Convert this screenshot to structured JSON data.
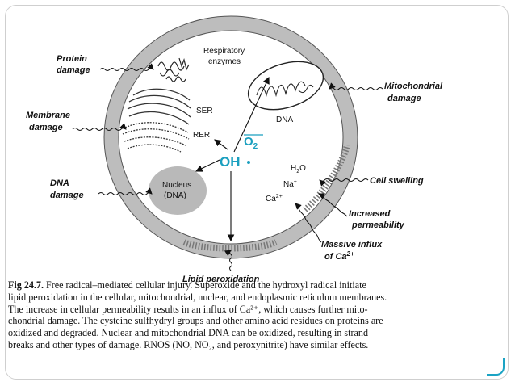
{
  "labels": {
    "protein_damage": [
      "Protein",
      "damage"
    ],
    "membrane_damage": [
      "Membrane",
      "damage"
    ],
    "dna_damage": [
      "DNA",
      "damage"
    ],
    "respiratory_enzymes": [
      "Respiratory",
      "enzymes"
    ],
    "mito_damage": [
      "Mitochondrial",
      "damage"
    ],
    "ser": "SER",
    "rer": "RER",
    "dna_mito": "DNA",
    "superoxide": "O",
    "superoxide_sub": "2",
    "hydroxyl": "OH",
    "water": "H",
    "water_sub": "2",
    "water_o": "O",
    "sodium": "Na",
    "sodium_sup": "+",
    "calcium": "Ca",
    "calcium_sup": "2+",
    "nucleus": [
      "Nucleus",
      "(DNA)"
    ],
    "cell_swelling": "Cell swelling",
    "increased_permeability": [
      "Increased",
      "permeability"
    ],
    "massive_influx": [
      "Massive influx",
      "of Ca"
    ],
    "massive_influx_sup": "2+",
    "lipid_peroxidation": "Lipid peroxidation"
  },
  "caption": {
    "label": "Fig 24.7.",
    "lines": [
      " Free radical–mediated cellular injury. Superoxide and the hydroxyl radical initiate",
      "lipid peroxidation in the cellular, mitochondrial, nuclear, and endoplasmic reticulum membranes.",
      "The increase in cellular permeability results in an influx of Ca²⁺, which causes further mito-",
      "chondrial damage. The cysteine sulfhydryl groups and other amino acid residues on proteins are",
      "oxidized and degraded. Nuclear and mitochondrial DNA can be oxidized, resulting in strand",
      "breaks and other types of damage. RNOS (NO, NO₂, and peroxynitrite) have similar effects."
    ]
  },
  "colors": {
    "accent": "#1ba3c4",
    "membrane": "#c9c9c9",
    "nucleus": "#b8b8b8",
    "radical": "#1a9fbf"
  }
}
